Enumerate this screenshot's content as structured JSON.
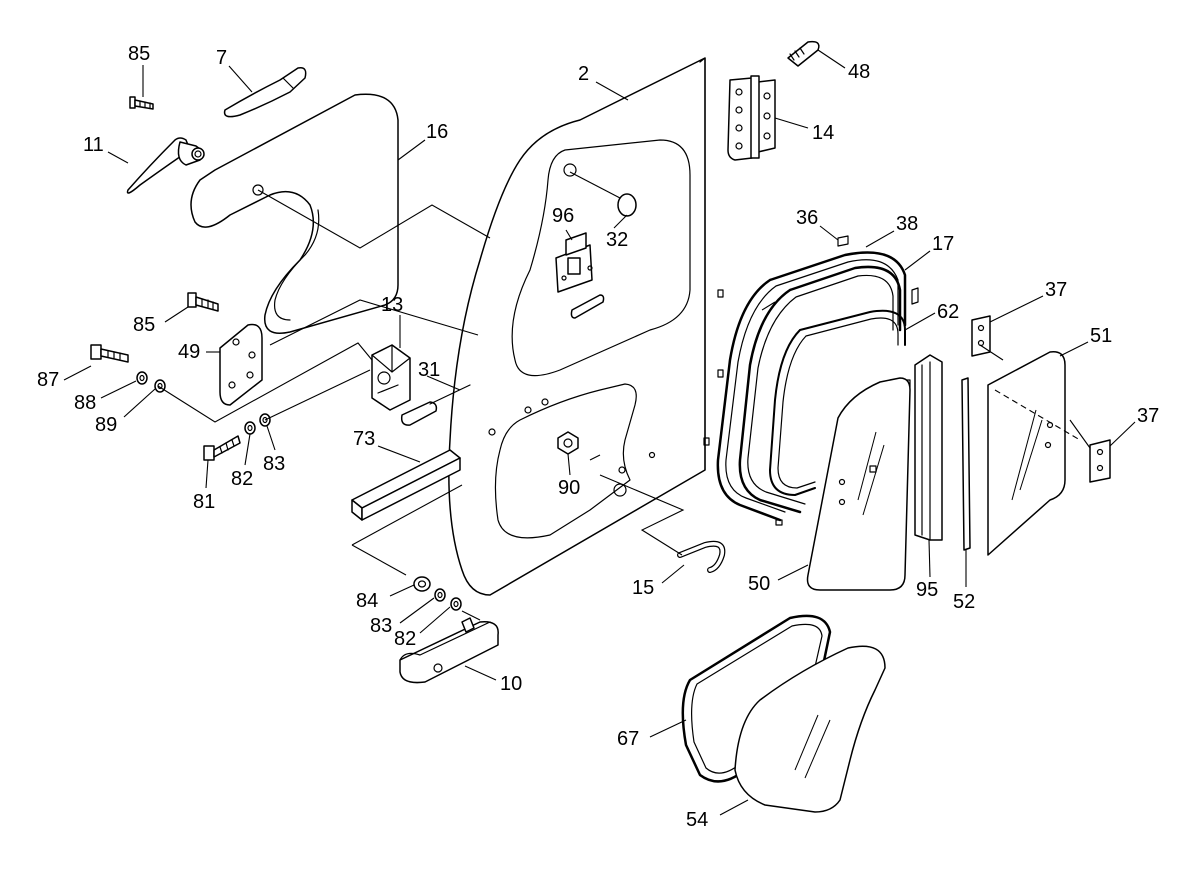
{
  "diagram": {
    "labels": {
      "p2": "2",
      "p7": "7",
      "p10": "10",
      "p11": "11",
      "p13": "13",
      "p14": "14",
      "p15": "15",
      "p16": "16",
      "p17": "17",
      "p31": "31",
      "p32": "32",
      "p36": "36",
      "p37a": "37",
      "p37b": "37",
      "p38": "38",
      "p48": "48",
      "p49": "49",
      "p50": "50",
      "p51": "51",
      "p52": "52",
      "p54": "54",
      "p62": "62",
      "p67": "67",
      "p73": "73",
      "p81": "81",
      "p82a": "82",
      "p82b": "82",
      "p83a": "83",
      "p83b": "83",
      "p84": "84",
      "p85a": "85",
      "p85b": "85",
      "p87": "87",
      "p88": "88",
      "p89": "89",
      "p90": "90",
      "p95": "95",
      "p96": "96"
    }
  }
}
